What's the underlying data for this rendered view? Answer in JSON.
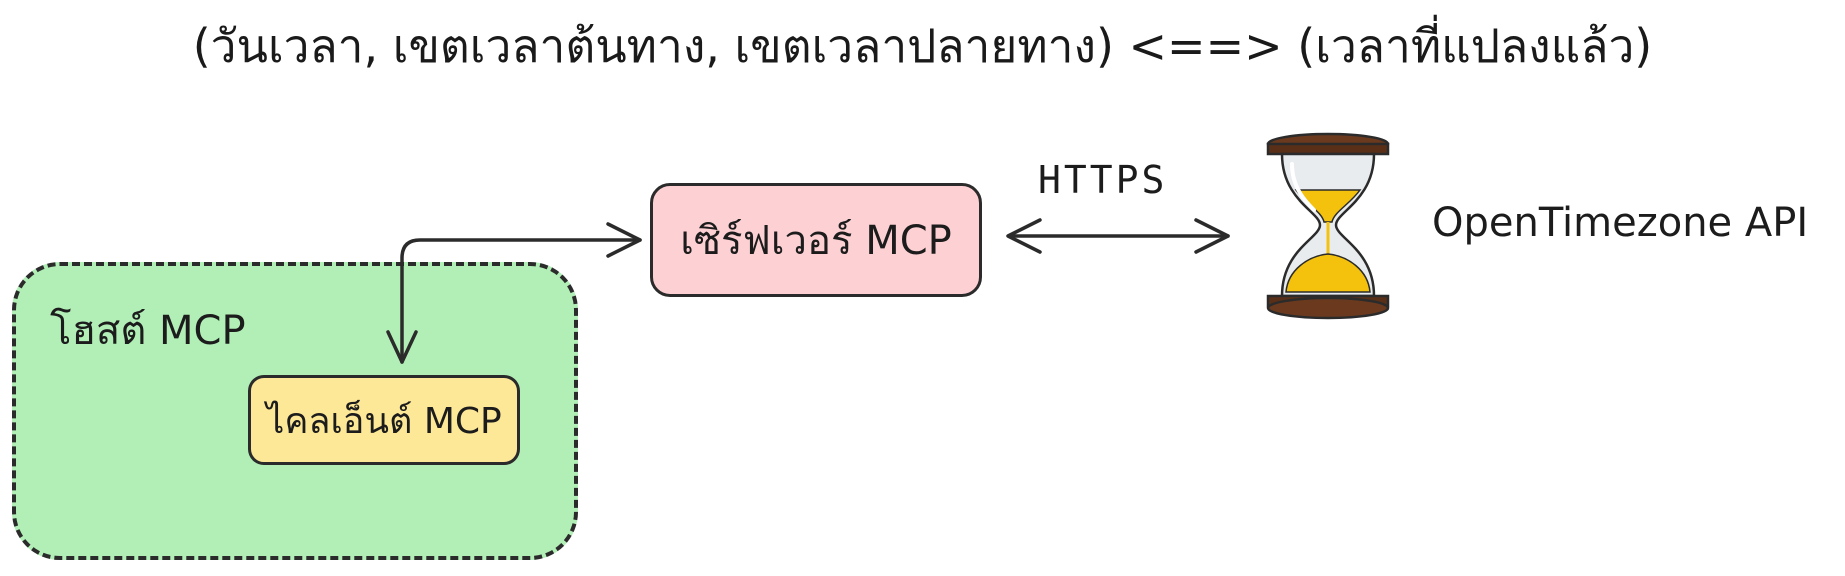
{
  "title": "(วันเวลา, เขตเวลาต้นทาง, เขตเวลาปลายทาง) <==> (เวลาที่แปลงแล้ว)",
  "host": {
    "label": "โฮสต์ MCP",
    "color": "#b2efb7"
  },
  "client": {
    "label": "ไคลเอ็นต์ MCP",
    "color": "#fde897"
  },
  "server": {
    "label": "เซิร์ฟเวอร์ MCP",
    "color": "#fdd1d4"
  },
  "connection": {
    "label": "HTTPS"
  },
  "api": {
    "label": "OpenTimezone API",
    "icon": "hourglass-icon"
  }
}
